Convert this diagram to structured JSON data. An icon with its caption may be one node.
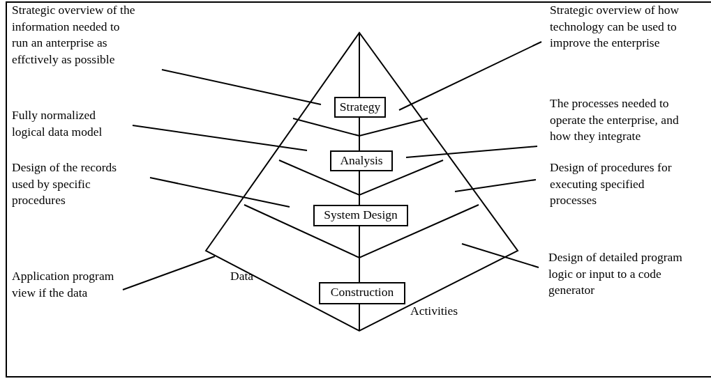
{
  "diagram": {
    "nodes": [
      {
        "text": [
          "Strategic overview of the information needed to run an anterprise as effctively as possible"
        ]
      },
      {
        "text": [
          "Strategic overview of how technology can be used to improve the enterprise"
        ]
      },
      {
        "text": [
          "Strategy"
        ]
      },
      {
        "text": [
          "Fully normalized logical data model"
        ]
      },
      {
        "text": [
          "The processes needed to operate the enterprise, and how they integrate"
        ]
      },
      {
        "text": [
          "Analysis"
        ]
      },
      {
        "text": [
          "Design of the records used by specific procedures"
        ]
      },
      {
        "text": [
          "Design of procedures for executing specified processes"
        ]
      },
      {
        "text": [
          "System Design"
        ]
      },
      {
        "text": [
          "Design of detailed program logic or input to a code generator"
        ]
      },
      {
        "text": [
          "Application program view if the data"
        ]
      },
      {
        "text": [
          "Construction"
        ]
      }
    ],
    "edges": [
      {
        "from": 0,
        "to": null,
        "arrow": "none"
      },
      {
        "from": 1,
        "to": null,
        "arrow": "none"
      },
      {
        "from": 3,
        "to": null,
        "arrow": "none"
      },
      {
        "from": 4,
        "to": null,
        "arrow": "none"
      },
      {
        "from": 6,
        "to": null,
        "arrow": "none"
      },
      {
        "from": 7,
        "to": null,
        "arrow": "none"
      },
      {
        "from": 9,
        "to": null,
        "arrow": "none"
      },
      {
        "from": 10,
        "to": null,
        "arrow": "none"
      }
    ],
    "labels": [
      "Data",
      "Activities"
    ]
  }
}
